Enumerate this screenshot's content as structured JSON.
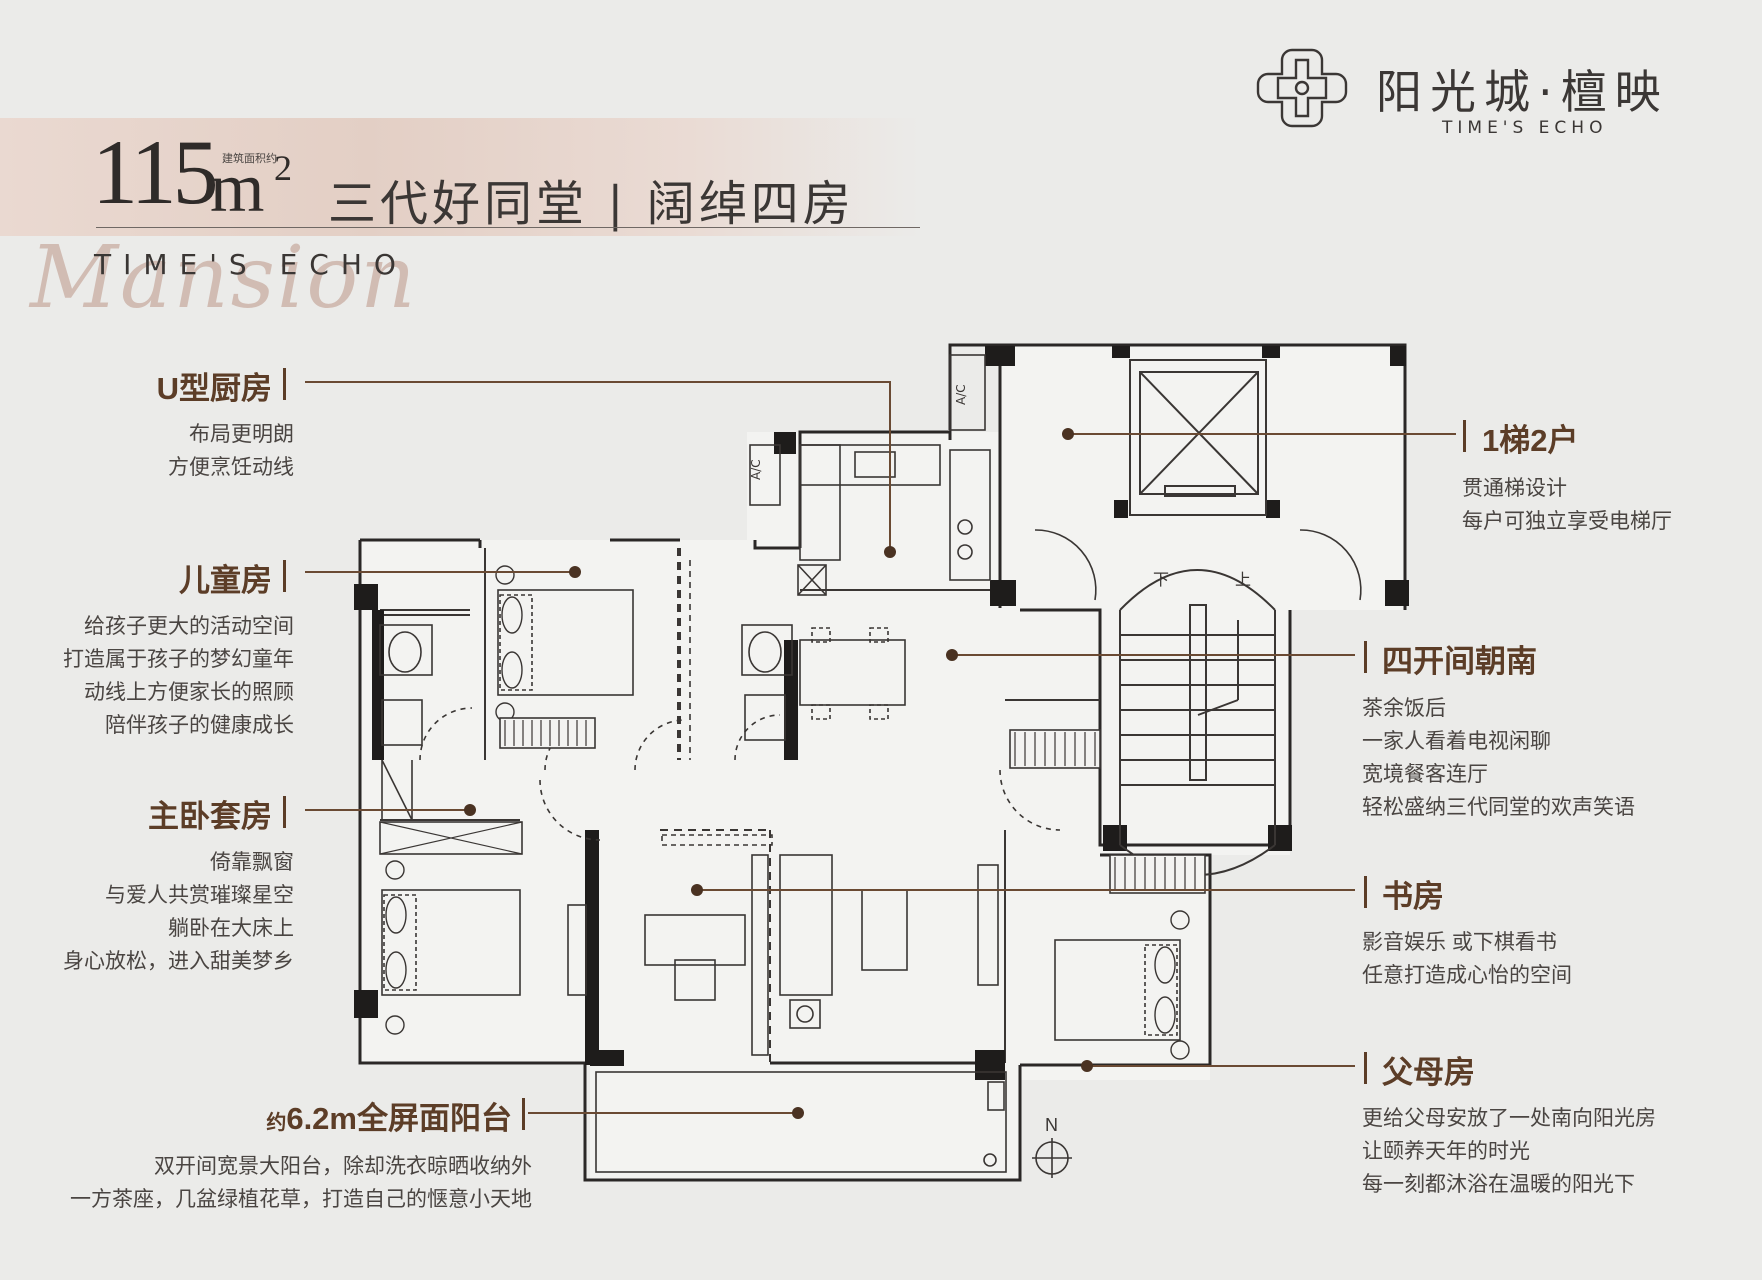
{
  "header": {
    "area_number": "115",
    "area_unit": "m",
    "area_superscript": "2",
    "area_note": "建筑面积约",
    "title": "三代好同堂 | 阔绰四房",
    "sub_brand": "TIME'S ECHO",
    "script_word": "Mansion"
  },
  "brand": {
    "logo": "flower-cross-logo",
    "name": "阳光城·檀映",
    "english": "TIME'S ECHO"
  },
  "colors": {
    "accent_brown": "#5c3d27",
    "leader_line": "#6a4a33",
    "wall": "#1e1c1b",
    "background": "#ebebe9",
    "header_band": "#e3cfc5"
  },
  "callouts": {
    "kitchen": {
      "title": "U型厨房",
      "lines": [
        "布局更明朗",
        "方便烹饪动线"
      ]
    },
    "children": {
      "title": "儿童房",
      "lines": [
        "给孩子更大的活动空间",
        "打造属于孩子的梦幻童年",
        "动线上方便家长的照顾",
        "陪伴孩子的健康成长"
      ]
    },
    "master": {
      "title": "主卧套房",
      "lines": [
        "倚靠飘窗",
        "与爱人共赏璀璨星空",
        "躺卧在大床上",
        "身心放松，进入甜美梦乡"
      ]
    },
    "balcony": {
      "title_prefix": "约",
      "title": "6.2m全屏面阳台",
      "lines": [
        "双开间宽景大阳台，除却洗衣晾晒收纳外",
        "一方茶座，几盆绿植花草，打造自己的惬意小天地"
      ]
    },
    "elevator": {
      "title": "1梯2户",
      "lines": [
        "贯通梯设计",
        "每户可独立享受电梯厅"
      ]
    },
    "south": {
      "title": "四开间朝南",
      "lines": [
        "茶余饭后",
        "一家人看着电视闲聊",
        "宽境餐客连厅",
        "轻松盛纳三代同堂的欢声笑语"
      ]
    },
    "study": {
      "title": "书房",
      "lines": [
        "影音娱乐 或下棋看书",
        "任意打造成心怡的空间"
      ]
    },
    "parents": {
      "title": "父母房",
      "lines": [
        "更给父母安放了一处南向阳光房",
        "让颐养天年的时光",
        "每一刻都沐浴在温暖的阳光下"
      ]
    }
  },
  "floorplan": {
    "stair_down": "下",
    "stair_up": "上",
    "ac_label": "A/C",
    "compass": "N"
  }
}
